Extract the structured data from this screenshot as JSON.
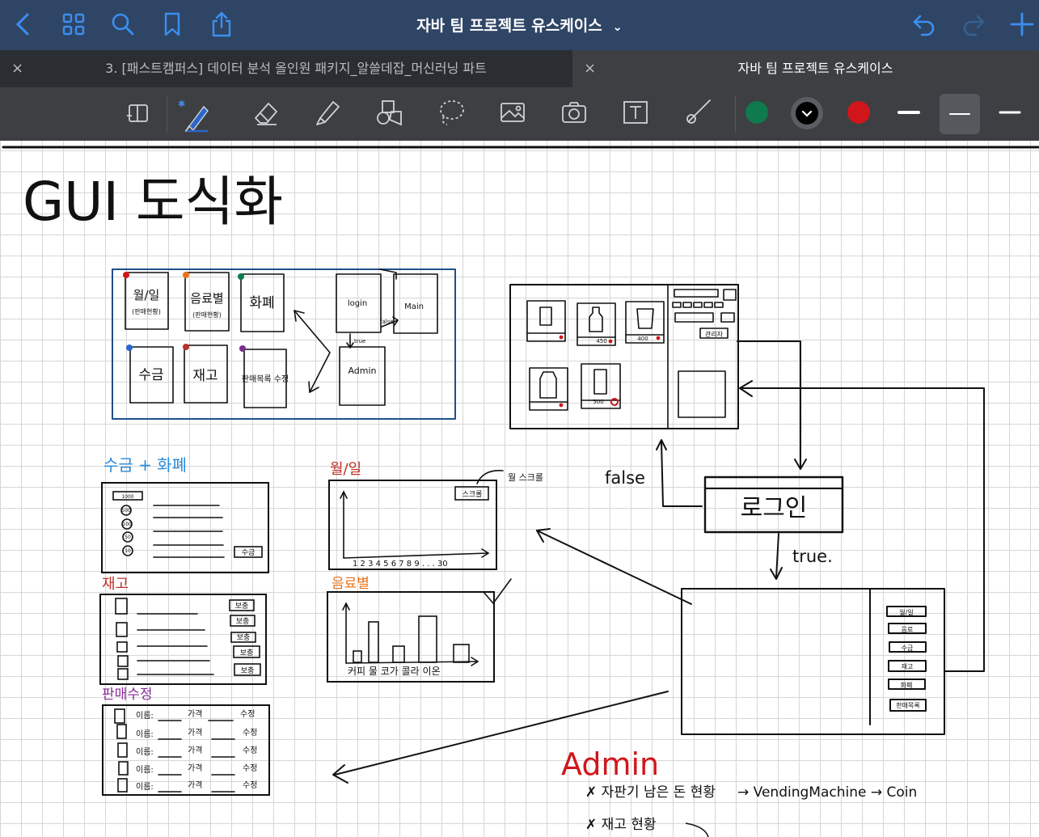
{
  "app": {
    "document_title": "자바 팀 프로젝트 유스케이스",
    "title_chevron": "⌄"
  },
  "tabs": [
    {
      "label": "3. [패스트캠퍼스] 데이터 분석 올인원 패키지_알쓸데잡_머신러닝 파트",
      "active": false,
      "close": "×"
    },
    {
      "label": "자바 팀 프로젝트 유스케이스",
      "active": true,
      "close": "×"
    }
  ],
  "toolbar": {
    "colors": {
      "green": "#0f7a4d",
      "black": "#000000",
      "red": "#d0161b",
      "pen": "#2a66c9",
      "selected": "#53575c"
    }
  },
  "canvas": {
    "title": "GUI 도식화",
    "sketch_labels": {
      "monthly_day": "월/일",
      "monthly_day_note": "(판매현황)",
      "by_drink": "음료별",
      "by_drink_note": "(판매현황)",
      "currency": "화폐",
      "collect": "수금",
      "stock": "재고",
      "sales_edit": "판매목록 수정",
      "login": "login",
      "main": "Main",
      "admin": "Admin",
      "true_small": "true",
      "false_small": "false",
      "manager_btn": "관리자",
      "price_450": "450",
      "price_400": "400",
      "price_500": "500",
      "login_box": "로그인",
      "false_label": "false",
      "true_label": "true.",
      "collect_plus_currency": "수금 + 화폐",
      "collect_btn": "수금",
      "coin_values": [
        "1000",
        "500",
        "100",
        "50",
        "10"
      ],
      "stock_label": "재고",
      "refill_btn": "보충",
      "sales_edit_label": "판매수정",
      "name_field": "이름:",
      "price_field": "가격",
      "edit_field": "수정",
      "monthly_label": "월/일",
      "monthly_annotation": "월 스크롤",
      "scroll_btn": "스크롤",
      "x_axis_days": "1 2 3 4 5  6 7 8  9 . . . 30",
      "by_drink_label": "음료별",
      "drink_axis": "커피  물  코가  콜라  이온",
      "admin_side_menu": [
        "월/일",
        "음료",
        "수금",
        "재고",
        "화폐",
        "판매목록"
      ],
      "admin_heading": "Admin",
      "admin_line_1": "✗ 자판기 남은 돈 현황",
      "admin_line_1_arrow": "→ VendingMachine → Coin",
      "admin_line_2": "✗ 재고 현황"
    }
  }
}
